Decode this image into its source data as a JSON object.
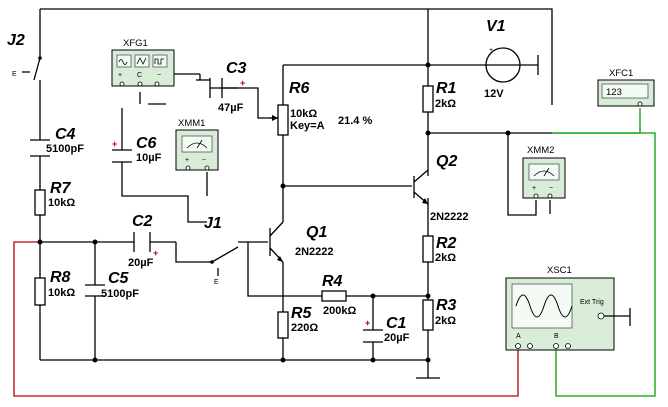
{
  "components": {
    "J2": {
      "ref": "J2",
      "key": "E"
    },
    "J1": {
      "ref": "J1",
      "key": "E"
    },
    "XFG1": {
      "ref": "XFG1"
    },
    "C3": {
      "ref": "C3",
      "value": "47µF"
    },
    "R6": {
      "ref": "R6",
      "value": "10kΩ",
      "key": "Key=A",
      "percent": "21.4 %"
    },
    "V1": {
      "ref": "V1",
      "value": "12V"
    },
    "R1": {
      "ref": "R1",
      "value": "2kΩ"
    },
    "XFC1": {
      "ref": "XFC1",
      "display": "123"
    },
    "C4": {
      "ref": "C4",
      "value": "5100pF"
    },
    "C6": {
      "ref": "C6",
      "value": "10µF"
    },
    "XMM1": {
      "ref": "XMM1"
    },
    "XMM2": {
      "ref": "XMM2"
    },
    "Q2": {
      "ref": "Q2",
      "model": "2N2222"
    },
    "R7": {
      "ref": "R7",
      "value": "10kΩ"
    },
    "C2": {
      "ref": "C2",
      "value": "20µF"
    },
    "Q1": {
      "ref": "Q1",
      "model": "2N2222"
    },
    "R2": {
      "ref": "R2",
      "value": "2kΩ"
    },
    "XSC1": {
      "ref": "XSC1",
      "ch_a": "A",
      "ch_b": "B",
      "ext_trig": "Ext Trig"
    },
    "R8": {
      "ref": "R8",
      "value": "10kΩ"
    },
    "C5": {
      "ref": "C5",
      "value": "5100pF"
    },
    "R4": {
      "ref": "R4",
      "value": "200kΩ"
    },
    "R5": {
      "ref": "R5",
      "value": "220Ω"
    },
    "C1": {
      "ref": "C1",
      "value": "20µF"
    },
    "R3": {
      "ref": "R3",
      "value": "2kΩ"
    }
  },
  "colors": {
    "wire": "#000000",
    "probe_red": "#c00000",
    "probe_green": "#00a000",
    "instrument_body": "#d8ecd8"
  }
}
